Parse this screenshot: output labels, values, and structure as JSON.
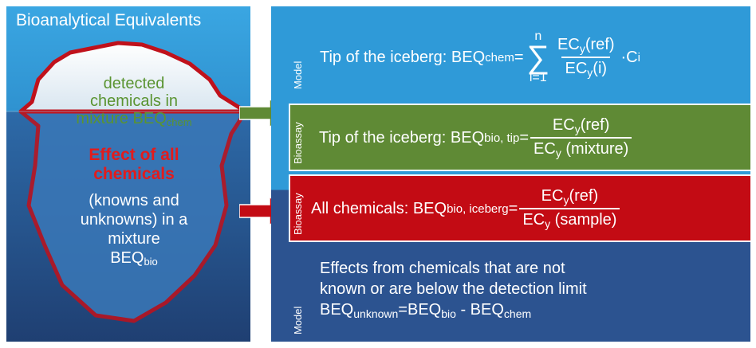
{
  "left": {
    "title": "Bioanalytical Equivalents",
    "tip_line1": "detected",
    "tip_line2": "chemicals in",
    "tip_line3": "mixture BEQ",
    "tip_sub": "chem",
    "effect_line1": "Effect of all",
    "effect_line2": "chemicals",
    "known_line1": "(knowns and",
    "known_line2": "unknowns) in a",
    "known_line3": "mixture",
    "known_line4": "BEQ",
    "known_sub": "bio"
  },
  "model1": {
    "side_label": "Model",
    "prefix": "Tip of the iceberg:  BEQ",
    "prefix_sub": "chem",
    "equals": "=",
    "sum_top": "n",
    "sum_symbol": "∑",
    "sum_bottom": "i=1",
    "num": "EC",
    "num_sub": "y",
    "num_suffix": "(ref)",
    "den": "EC",
    "den_sub": "y",
    "den_suffix": "(i)",
    "tail": "·C",
    "tail_sub": "i"
  },
  "assay1": {
    "side_label": "Bioassay",
    "prefix": "Tip of the iceberg: BEQ",
    "prefix_sub": "bio, tip",
    "equals": "=",
    "num": "EC",
    "num_sub": "y",
    "num_suffix": "(ref)",
    "den": "EC",
    "den_sub": "y",
    "den_suffix": " (mixture)"
  },
  "assay2": {
    "side_label": "Bioassay",
    "prefix": "All chemicals:  BEQ",
    "prefix_sub": "bio, iceberg",
    "equals": "=",
    "num": "EC",
    "num_sub": "y",
    "num_suffix": "(ref)",
    "den": "EC",
    "den_sub": "y",
    "den_suffix": " (sample)"
  },
  "model2": {
    "side_label": "Model",
    "line1": "Effects from chemicals that are not",
    "line2": "known or are below the detection limit",
    "eq_a": "BEQ",
    "eq_a_sub": "unknown",
    "eq_b": "=BEQ",
    "eq_b_sub": "bio",
    "eq_c": " - BEQ",
    "eq_c_sub": "chem"
  },
  "colors": {
    "sky": "#2f9ad8",
    "water": "#2c5390",
    "bioassay_green": "#5f8a35",
    "bioassay_red": "#c30b14",
    "iceberg_outline": "#c0111b",
    "tip_text": "#5a9431",
    "effect_text": "#e31b1b"
  }
}
